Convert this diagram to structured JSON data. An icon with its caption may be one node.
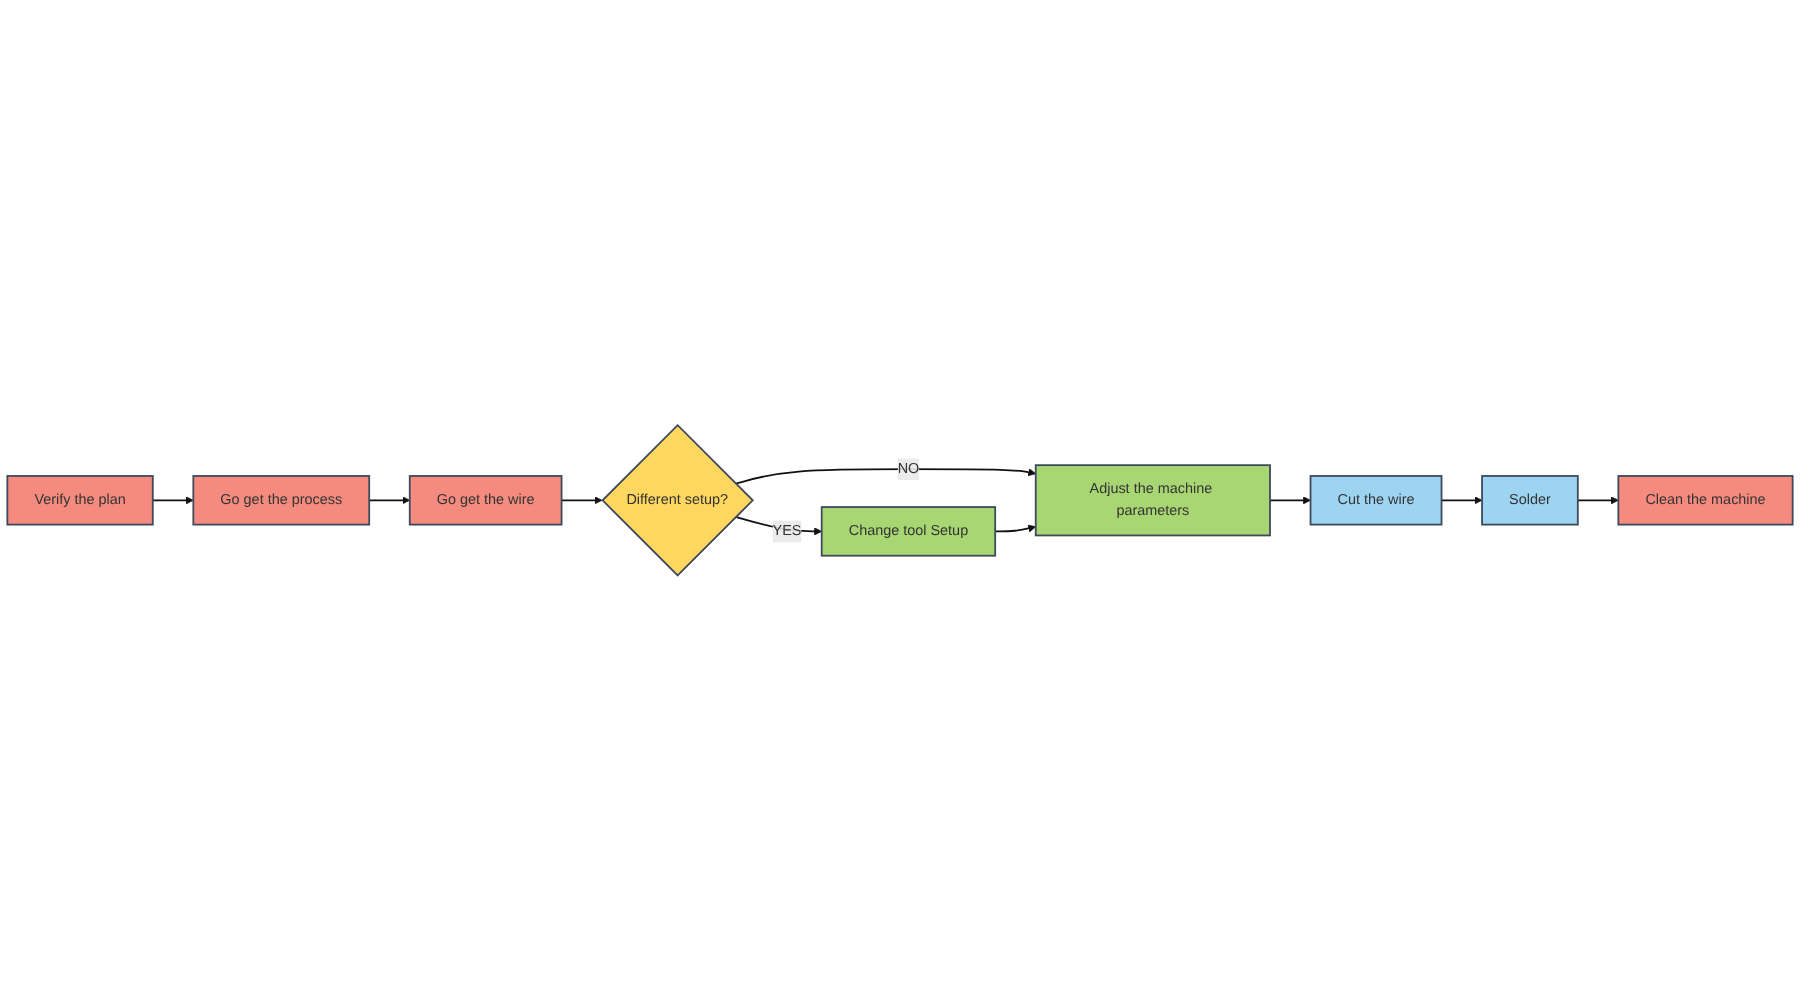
{
  "diagram": {
    "nodes": [
      {
        "text": [
          "Verify the plan"
        ]
      },
      {
        "text": [
          "Go get the process"
        ]
      },
      {
        "text": [
          "Go get the wire"
        ]
      },
      {
        "text": [
          "Different setup?"
        ]
      },
      {
        "text": [
          "Adjust the machine parameters"
        ]
      },
      {
        "text": [
          "Change tool Setup"
        ]
      },
      {
        "text": [
          "Cut the wire"
        ]
      },
      {
        "text": [
          "Solder"
        ]
      },
      {
        "text": [
          "Clean the machine"
        ]
      }
    ],
    "edges": [
      {
        "from": 0,
        "to": 1,
        "arrow": "to"
      },
      {
        "from": 1,
        "to": 2,
        "arrow": "to"
      },
      {
        "from": 2,
        "to": 3,
        "arrow": "to"
      },
      {
        "from": 3,
        "to": 4,
        "arrow": "to",
        "label": "NO"
      },
      {
        "from": 3,
        "to": 5,
        "arrow": "to",
        "label": "YES"
      },
      {
        "from": 5,
        "to": 4,
        "arrow": "to"
      },
      {
        "from": 4,
        "to": 6,
        "arrow": "to"
      },
      {
        "from": 6,
        "to": 7,
        "arrow": "to"
      },
      {
        "from": 7,
        "to": 8,
        "arrow": "to"
      }
    ]
  }
}
